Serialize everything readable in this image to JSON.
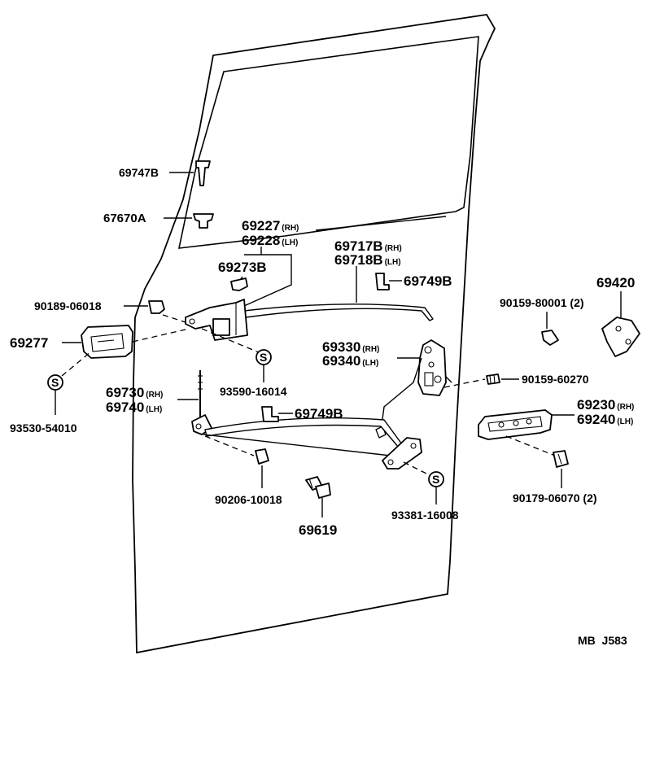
{
  "diagram_code": "MB  J583",
  "labels": {
    "p69747B": "69747B",
    "p67670A": "67670A",
    "p69227": "69227",
    "p69227_side": "(RH)",
    "p69228": "69228",
    "p69228_side": "(LH)",
    "p69273B": "69273B",
    "p69717B": "69717B",
    "p69717B_side": "(RH)",
    "p69718B": "69718B",
    "p69718B_side": "(LH)",
    "p69749B_top": "69749B",
    "p69420": "69420",
    "p90159_80001": "90159-80001  (2)",
    "p90189_06018": "90189-06018",
    "p69277": "69277",
    "p69330": "69330",
    "p69330_side": "(RH)",
    "p69340": "69340",
    "p69340_side": "(LH)",
    "p93590_16014": "93590-16014",
    "p90159_60270": "90159-60270",
    "p93530_54010": "93530-54010",
    "p69730": "69730",
    "p69730_side": "(RH)",
    "p69740": "69740",
    "p69740_side": "(LH)",
    "p69749B_mid": "69749B",
    "p69230": "69230",
    "p69230_side": "(RH)",
    "p69240": "69240",
    "p69240_side": "(LH)",
    "p90206_10018": "90206-10018",
    "p69619": "69619",
    "p93381_16008": "93381-16008",
    "p90179_06070": "90179-06070  (2)",
    "s_symbol": "S"
  }
}
